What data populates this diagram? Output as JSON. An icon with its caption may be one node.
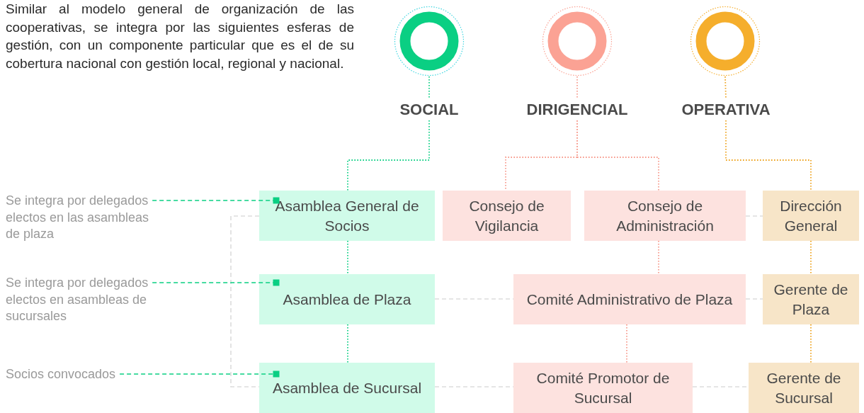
{
  "diagram": {
    "nodes": [
      {
        "text": [],
        "shape": "circle"
      },
      {
        "text": [],
        "shape": "circle"
      },
      {
        "text": [],
        "shape": "circle"
      },
      {
        "text": [
          "SOCIAL"
        ]
      },
      {
        "text": [
          "DIRIGENCIAL"
        ]
      },
      {
        "text": [
          "OPERATIVA"
        ]
      },
      {
        "text": [
          "Asamblea General de Socios"
        ]
      },
      {
        "text": [
          "Consejo de Vigilancia"
        ]
      },
      {
        "text": [
          "Consejo de Administración"
        ]
      },
      {
        "text": [
          "Dirección General"
        ]
      },
      {
        "text": [
          "Asamblea de Plaza"
        ]
      },
      {
        "text": [
          "Comité Administrativo de Plaza"
        ]
      },
      {
        "text": [
          "Gerente de Plaza"
        ]
      },
      {
        "text": [
          "Asamblea de Sucursal"
        ]
      },
      {
        "text": [
          "Comité Promotor de Sucursal"
        ]
      },
      {
        "text": [
          "Gerente de Sucursal"
        ]
      },
      {
        "text": [
          "Se integra por delegados electos en las asambleas de plaza"
        ]
      },
      {
        "text": [
          "Se integra por delegados electos en asambleas de sucursales"
        ]
      },
      {
        "text": [
          "Socios convocados"
        ]
      }
    ],
    "edges": [
      {
        "from": 0,
        "to": 3,
        "arrow": "none",
        "color": "#0acf83"
      },
      {
        "from": 1,
        "to": 4,
        "arrow": "none",
        "color": "#f79a8c"
      },
      {
        "from": 2,
        "to": 5,
        "arrow": "none",
        "color": "#eea21c"
      },
      {
        "from": 3,
        "to": 6,
        "arrow": "none",
        "color": "#0acf83"
      },
      {
        "from": 4,
        "to": 7,
        "arrow": "none",
        "color": "#f79a8c"
      },
      {
        "from": 4,
        "to": 8,
        "arrow": "none",
        "color": "#f79a8c"
      },
      {
        "from": 5,
        "to": 9,
        "arrow": "none",
        "color": "#eea21c"
      },
      {
        "from": 6,
        "to": 10,
        "arrow": "none",
        "color": "#0acf83"
      },
      {
        "from": 10,
        "to": 13,
        "arrow": "none",
        "color": "#0acf83"
      },
      {
        "from": 8,
        "to": 11,
        "arrow": "none",
        "color": "#f79a8c"
      },
      {
        "from": 11,
        "to": 14,
        "arrow": "none",
        "color": "#f79a8c"
      },
      {
        "from": 9,
        "to": 12,
        "arrow": "none",
        "color": "#eea21c"
      },
      {
        "from": 12,
        "to": 15,
        "arrow": "none",
        "color": "#eea21c"
      },
      {
        "from": 8,
        "to": 9,
        "arrow": "none",
        "style": "dashed",
        "color": "#dddddd"
      },
      {
        "from": 10,
        "to": 11,
        "arrow": "none",
        "style": "dashed",
        "color": "#dddddd"
      },
      {
        "from": 11,
        "to": 12,
        "arrow": "none",
        "style": "dashed",
        "color": "#dddddd"
      },
      {
        "from": 13,
        "to": 14,
        "arrow": "none",
        "style": "dashed",
        "color": "#dddddd"
      },
      {
        "from": 14,
        "to": 15,
        "arrow": "none",
        "style": "dashed",
        "color": "#dddddd"
      },
      {
        "from": 6,
        "to": 13,
        "arrow": "none",
        "style": "dashed",
        "color": "#dddddd"
      },
      {
        "from": 16,
        "to": 6,
        "arrow": "other",
        "style": "dashed",
        "color": "#0acf83"
      },
      {
        "from": 17,
        "to": 10,
        "arrow": "other",
        "style": "dashed",
        "color": "#0acf83"
      },
      {
        "from": 18,
        "to": 13,
        "arrow": "other",
        "style": "dashed",
        "color": "#0acf83"
      }
    ],
    "labels": [
      "Similar al modelo general de organización de las cooperativas, se integra por las siguientes esferas de gestión, con un componente particular que es el de su cobertura nacional con gestión local, regional y nacional."
    ]
  }
}
